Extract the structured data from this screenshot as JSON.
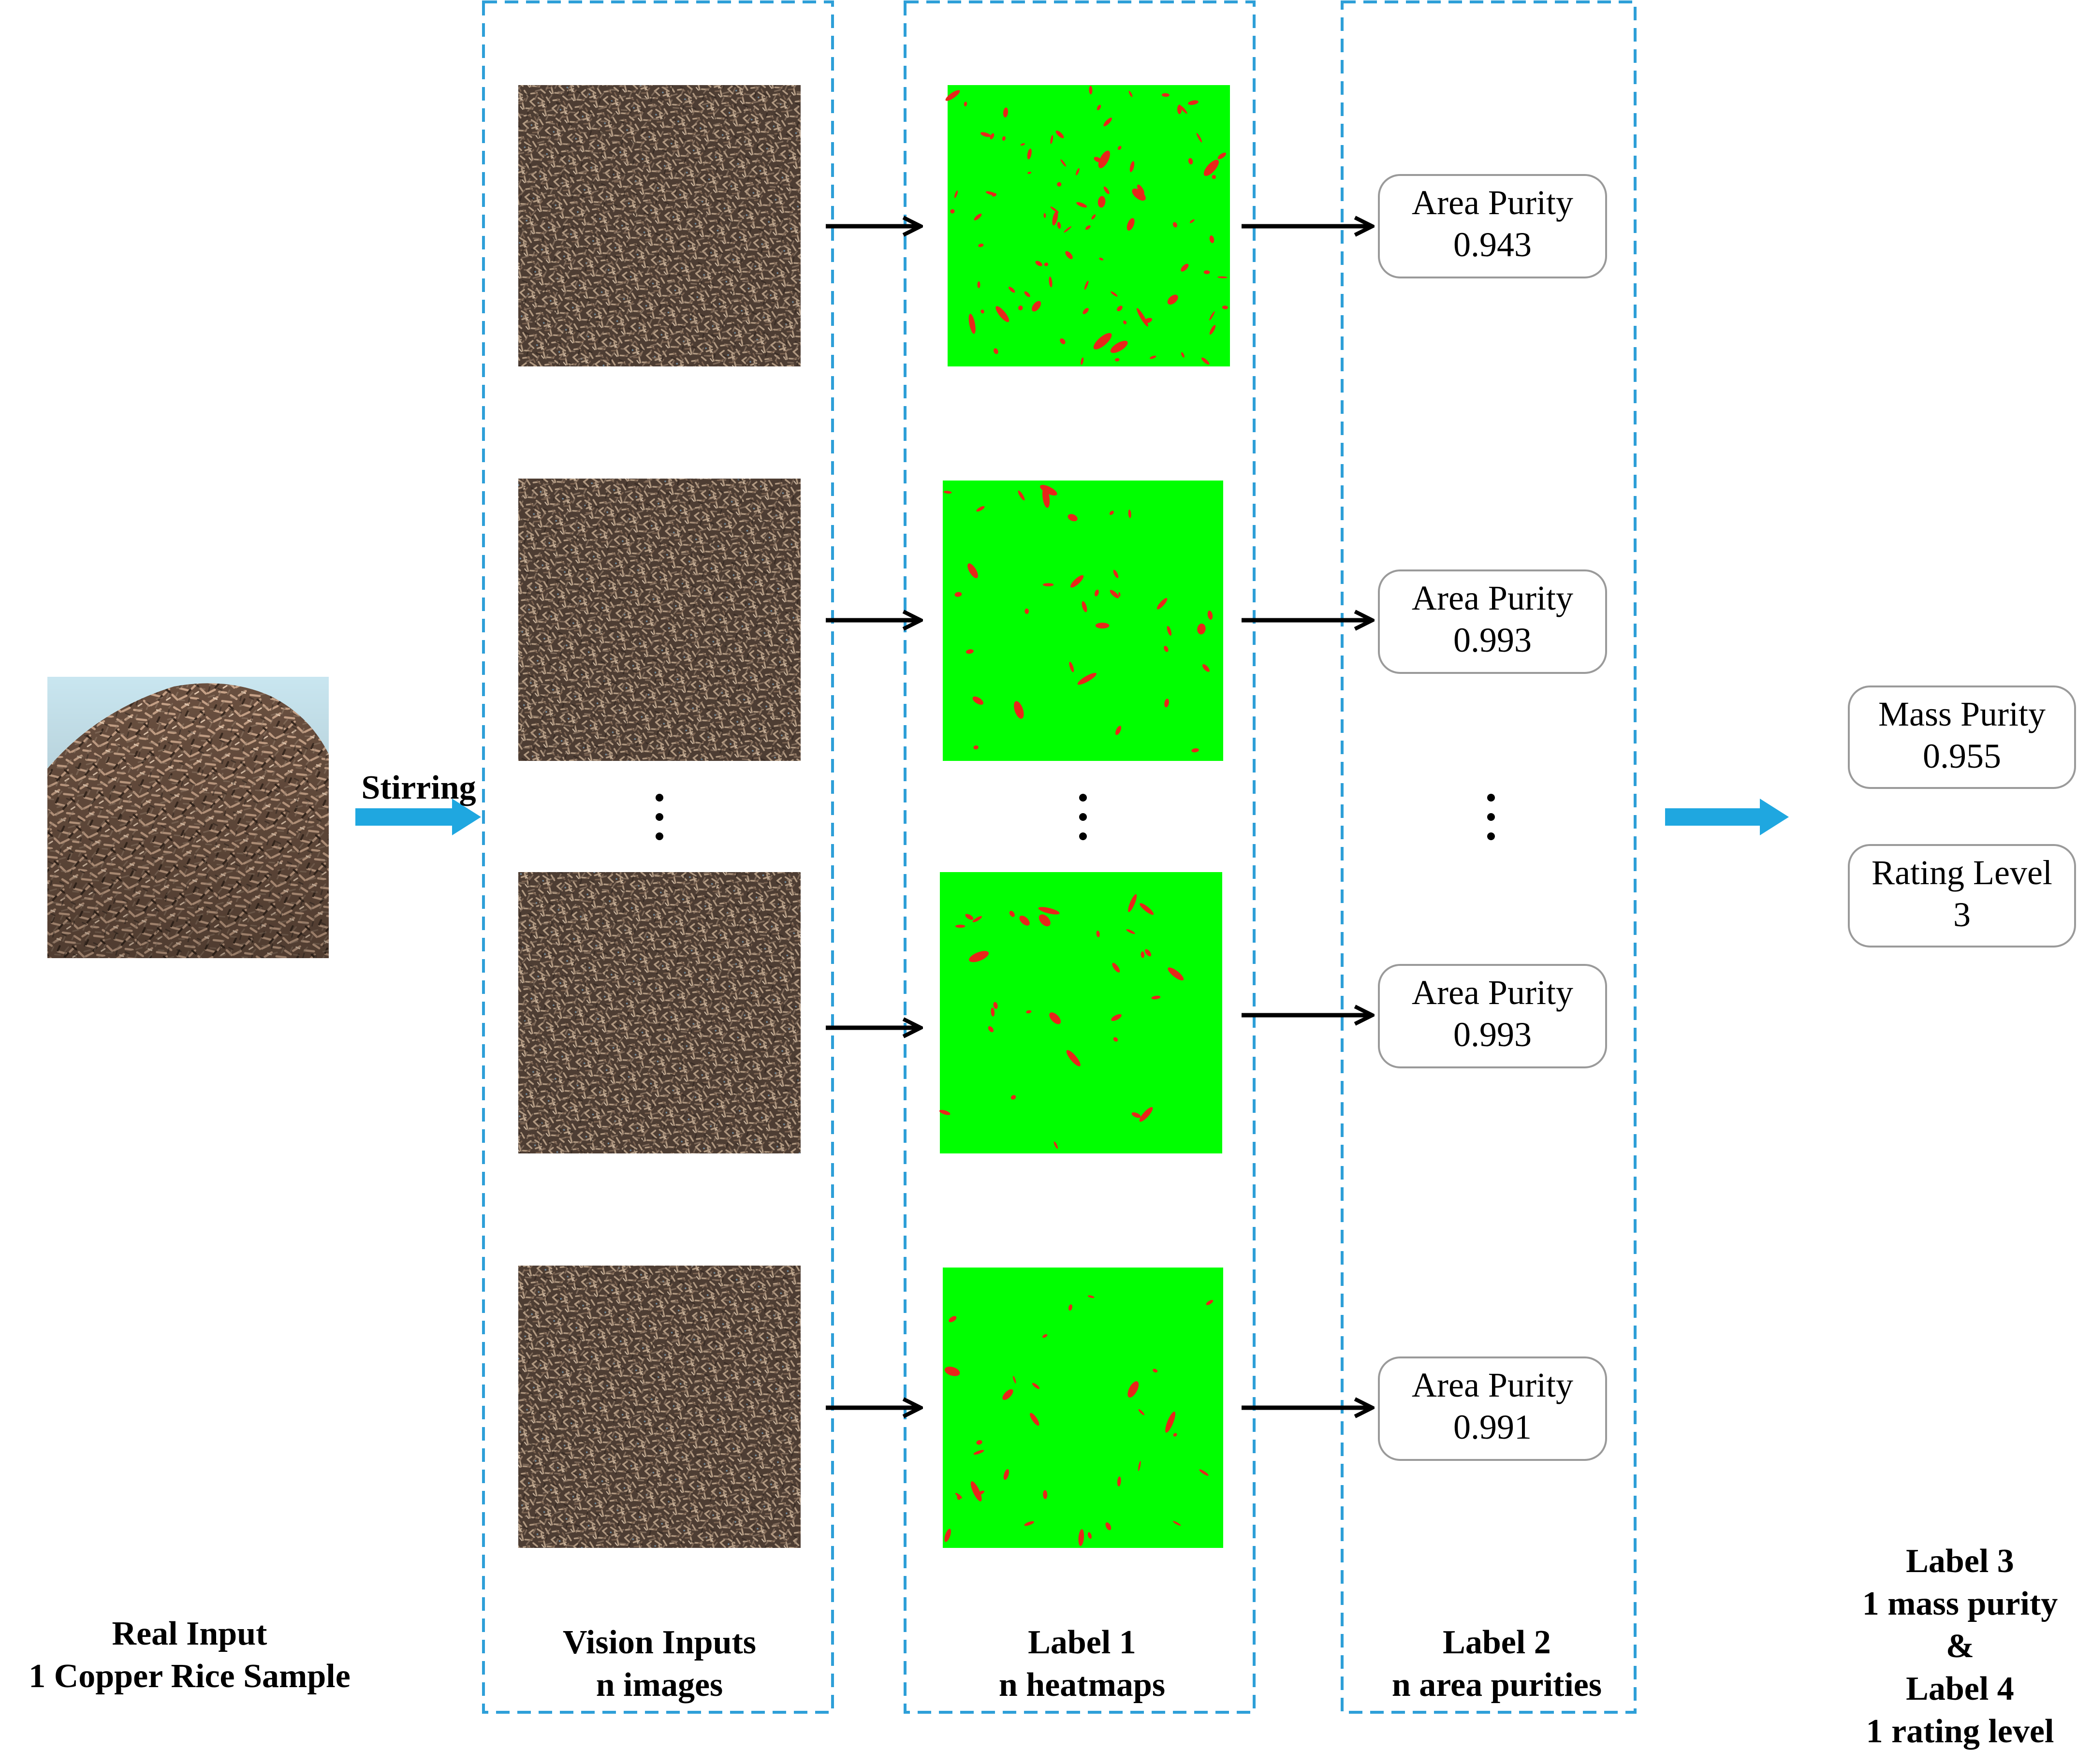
{
  "real_input": {
    "line1": "Real Input",
    "line2": "1 Copper Rice Sample"
  },
  "stirring_label": "Stirring",
  "columns": {
    "vision": {
      "line1": "Vision Inputs",
      "line2": "n images"
    },
    "label1": {
      "line1": "Label 1",
      "line2": "n heatmaps"
    },
    "label2": {
      "line1": "Label 2",
      "line2": "n area purities"
    }
  },
  "area_purities": [
    {
      "label": "Area Purity",
      "value": "0.943"
    },
    {
      "label": "Area Purity",
      "value": "0.993"
    },
    {
      "label": "Area Purity",
      "value": "0.993"
    },
    {
      "label": "Area Purity",
      "value": "0.991"
    }
  ],
  "ellipsis": "⋮",
  "mass_purity": {
    "label": "Mass Purity",
    "value": "0.955"
  },
  "rating_level": {
    "label": "Rating Level",
    "value": "3"
  },
  "final_label": {
    "line1": "Label 3",
    "line2": "1 mass purity",
    "line3": "&",
    "line4": "Label 4",
    "line5": "1 rating level"
  },
  "colors": {
    "dashed_border": "#2e9fd8",
    "arrow_blue": "#1fa7e0",
    "heatmap_green": "#00ff00",
    "defect_red": "#e8261a",
    "copper_dark": "#4a3a30",
    "copper_light": "#a88d76",
    "sky": "#c9e6f0"
  }
}
